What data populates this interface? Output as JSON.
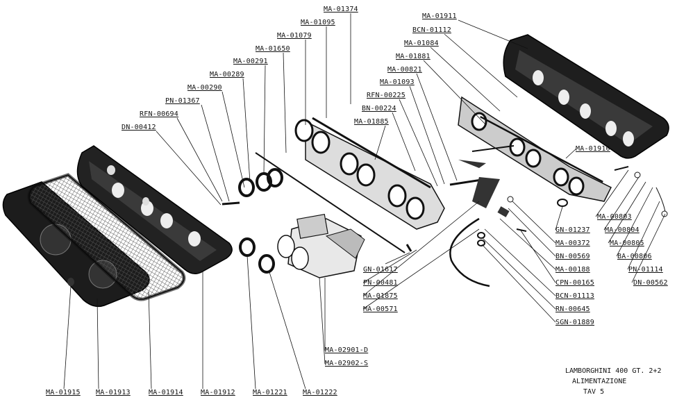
{
  "title_block": {
    "line1": "LAMBORGHINI 400 GT. 2+2",
    "line2": "ALIMENTAZIONE",
    "line3": "TAV 5"
  },
  "parts": {
    "ma_01374": "MA-01374",
    "ma_01095": "MA-01095",
    "ma_01079": "MA-01079",
    "ma_01650": "MA-01650",
    "ma_00291": "MA-00291",
    "ma_00289": "MA-00289",
    "ma_00290": "MA-00290",
    "pn_01367": "PN-01367",
    "rfn_00694": "RFN-00694",
    "dn_00412": "DN-00412",
    "ma_01911": "MA-01911",
    "bcn_01112": "BCN-01112",
    "ma_01084": "MA-01084",
    "ma_01881": "MA-01881",
    "ma_00821": "MA-00821",
    "ma_01093": "MA-01093",
    "rfn_00225": "RFN-00225",
    "bn_00224": "BN-00224",
    "ma_01885": "MA-01885",
    "ma_01910": "MA-01910",
    "ma_00803": "MA-00803",
    "ma_00804": "MA-00804",
    "ma_00805": "MA-00805",
    "ba_00806": "BA-00806",
    "pn_01114": "PN-01114",
    "dn_00562": "DN-00562",
    "gn_01237": "GN-01237",
    "ma_00372": "MA-00372",
    "bn_00569": "BN-00569",
    "ma_00188": "MA-00188",
    "cpn_00165": "CPN-00165",
    "bcn_01113": "BCN-01113",
    "rn_00645": "RN-00645",
    "sgn_01889": "SGN-01889",
    "gn_01617": "GN-01617",
    "pn_00481": "PN-00481",
    "ma_01875": "MA-01875",
    "ma_00571": "MA-00571",
    "ma_02901_d": "MA-02901-D",
    "ma_02902_s": "MA-02902-S",
    "ma_01915": "MA-01915",
    "ma_01913": "MA-01913",
    "ma_01914": "MA-01914",
    "ma_01912": "MA-01912",
    "ma_01221": "MA-01221",
    "ma_01222": "MA-01222"
  }
}
